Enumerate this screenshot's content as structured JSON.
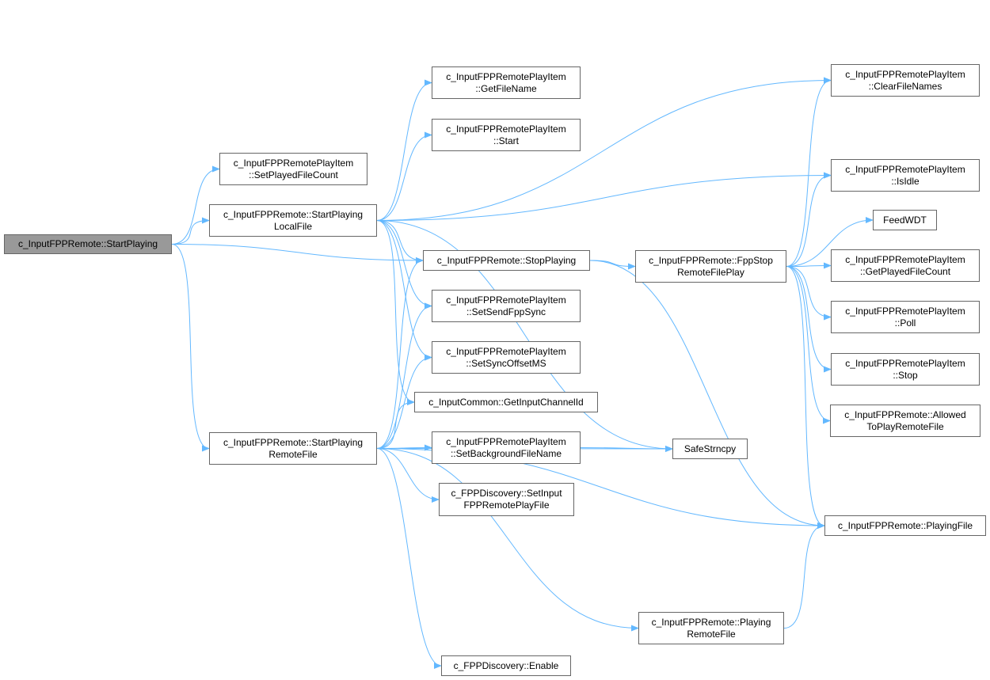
{
  "colors": {
    "edge": "#63b8ff",
    "root_fill": "#999999",
    "node_border": "#666666"
  },
  "nodes": {
    "n0": {
      "l1": "c_InputFPPRemote::StartPlaying"
    },
    "n1": {
      "l1": "c_InputFPPRemotePlayItem",
      "l2": "::SetPlayedFileCount"
    },
    "n2": {
      "l1": "c_InputFPPRemote::StartPlaying",
      "l2": "LocalFile"
    },
    "n3": {
      "l1": "c_InputFPPRemotePlayItem",
      "l2": "::GetFileName"
    },
    "n4": {
      "l1": "c_InputFPPRemotePlayItem",
      "l2": "::Start"
    },
    "n5": {
      "l1": "c_InputFPPRemote::StopPlaying"
    },
    "n6": {
      "l1": "c_InputFPPRemotePlayItem",
      "l2": "::SetSendFppSync"
    },
    "n7": {
      "l1": "c_InputFPPRemotePlayItem",
      "l2": "::SetSyncOffsetMS"
    },
    "n8": {
      "l1": "c_InputCommon::GetInputChannelId"
    },
    "n9": {
      "l1": "c_InputFPPRemotePlayItem",
      "l2": "::SetBackgroundFileName"
    },
    "n10": {
      "l1": "c_FPPDiscovery::SetInput",
      "l2": "FPPRemotePlayFile"
    },
    "n11": {
      "l1": "c_FPPDiscovery::Enable"
    },
    "n12": {
      "l1": "c_InputFPPRemote::StartPlaying",
      "l2": "RemoteFile"
    },
    "n13": {
      "l1": "SafeStrncpy"
    },
    "n14": {
      "l1": "c_InputFPPRemote::FppStop",
      "l2": "RemoteFilePlay"
    },
    "n15": {
      "l1": "c_InputFPPRemote::Playing",
      "l2": "RemoteFile"
    },
    "n16": {
      "l1": "c_InputFPPRemotePlayItem",
      "l2": "::ClearFileNames"
    },
    "n17": {
      "l1": "c_InputFPPRemotePlayItem",
      "l2": "::IsIdle"
    },
    "n18": {
      "l1": "FeedWDT"
    },
    "n19": {
      "l1": "c_InputFPPRemotePlayItem",
      "l2": "::GetPlayedFileCount"
    },
    "n20": {
      "l1": "c_InputFPPRemotePlayItem",
      "l2": "::Poll"
    },
    "n21": {
      "l1": "c_InputFPPRemotePlayItem",
      "l2": "::Stop"
    },
    "n22": {
      "l1": "c_InputFPPRemote::Allowed",
      "l2": "ToPlayRemoteFile"
    },
    "n23": {
      "l1": "c_InputFPPRemote::PlayingFile"
    }
  },
  "edges": [
    [
      "n0",
      "n1"
    ],
    [
      "n0",
      "n2"
    ],
    [
      "n0",
      "n5"
    ],
    [
      "n0",
      "n12"
    ],
    [
      "n2",
      "n16"
    ],
    [
      "n2",
      "n3"
    ],
    [
      "n2",
      "n4"
    ],
    [
      "n2",
      "n17"
    ],
    [
      "n2",
      "n5"
    ],
    [
      "n2",
      "n6"
    ],
    [
      "n2",
      "n7"
    ],
    [
      "n2",
      "n8"
    ],
    [
      "n2",
      "n13"
    ],
    [
      "n5",
      "n14"
    ],
    [
      "n5",
      "n23"
    ],
    [
      "n14",
      "n16"
    ],
    [
      "n14",
      "n17"
    ],
    [
      "n14",
      "n18"
    ],
    [
      "n14",
      "n19"
    ],
    [
      "n14",
      "n20"
    ],
    [
      "n14",
      "n21"
    ],
    [
      "n14",
      "n22"
    ],
    [
      "n14",
      "n23"
    ],
    [
      "n12",
      "n5"
    ],
    [
      "n12",
      "n6"
    ],
    [
      "n12",
      "n7"
    ],
    [
      "n12",
      "n8"
    ],
    [
      "n12",
      "n9"
    ],
    [
      "n12",
      "n10"
    ],
    [
      "n12",
      "n13"
    ],
    [
      "n12",
      "n23"
    ],
    [
      "n12",
      "n15"
    ],
    [
      "n12",
      "n11"
    ],
    [
      "n9",
      "n13"
    ],
    [
      "n15",
      "n23"
    ]
  ]
}
